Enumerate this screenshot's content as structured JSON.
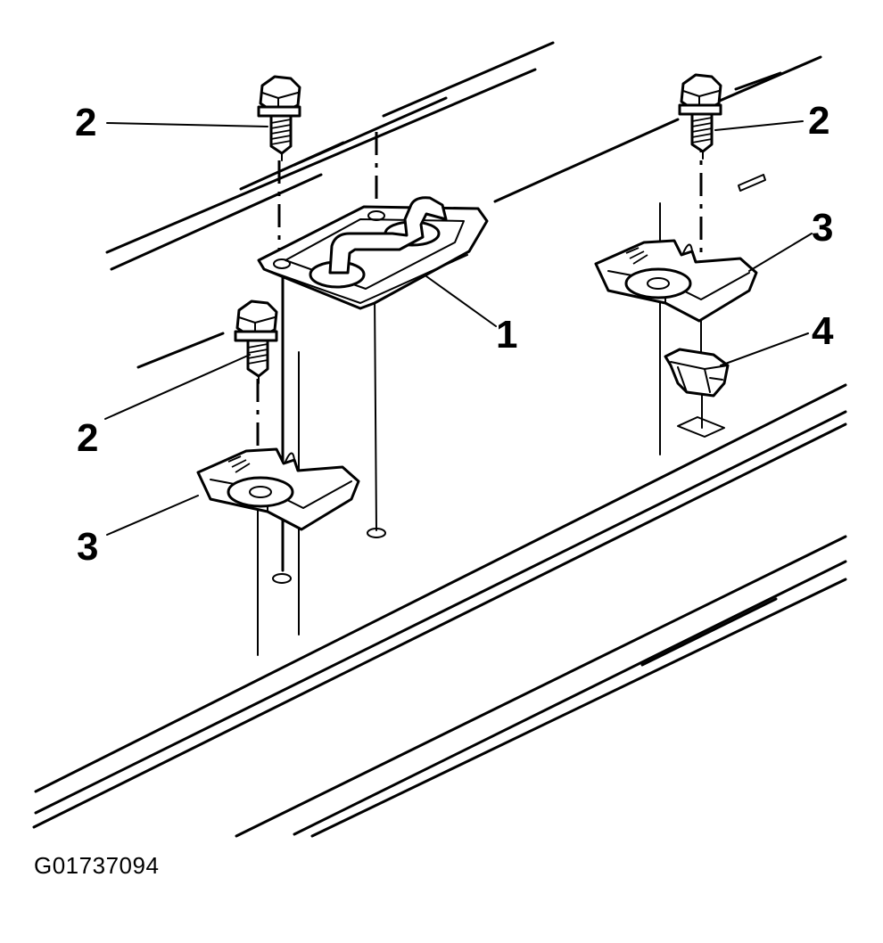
{
  "figure_id": "G01737094",
  "callouts": {
    "c1": "1",
    "c2_top_left": "2",
    "c2_top_right": "2",
    "c2_left": "2",
    "c3_left": "3",
    "c3_right": "3",
    "c4": "4"
  },
  "colors": {
    "line": "#000000",
    "background": "#ffffff"
  }
}
